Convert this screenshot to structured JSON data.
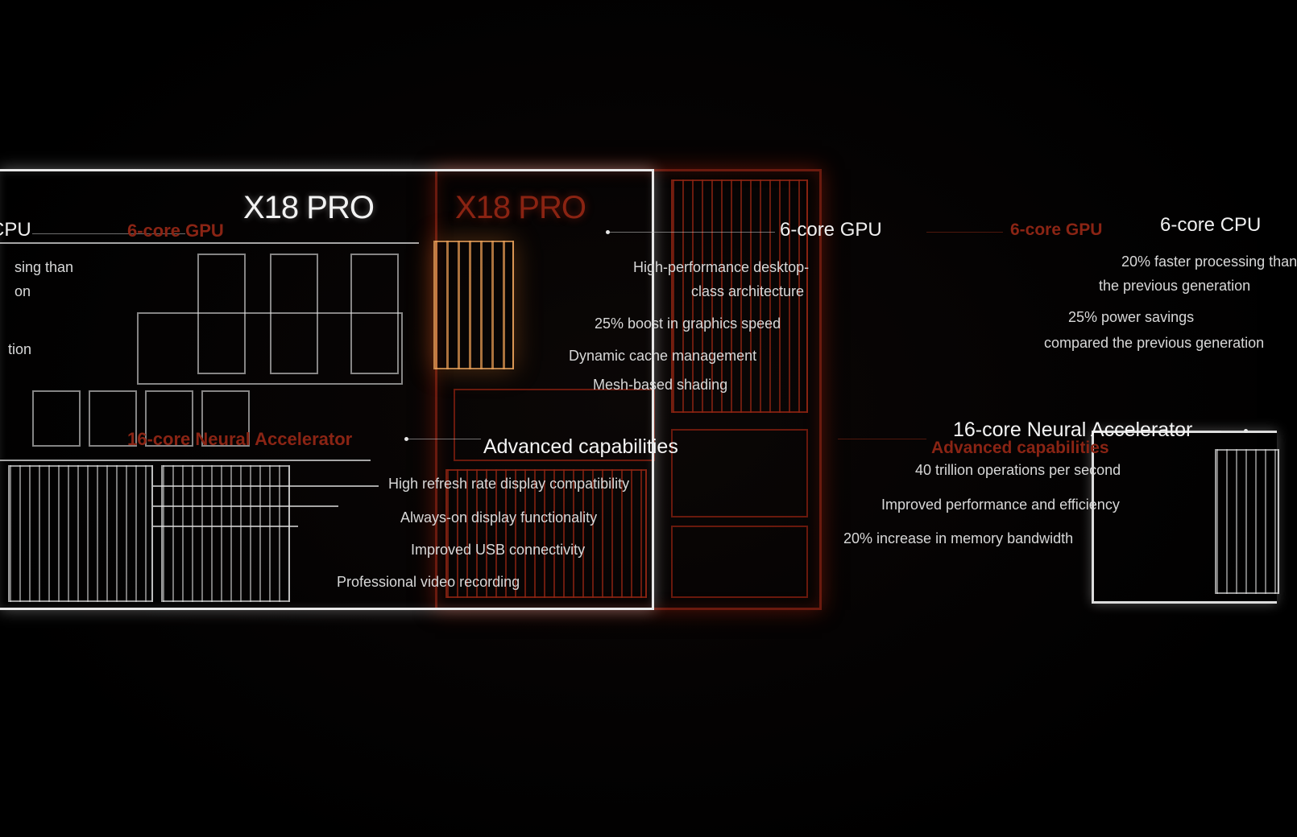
{
  "chips": {
    "center_title": "X18 PRO",
    "ghost_title": "X18 PRO"
  },
  "left_panel": {
    "heading_partial": "CPU",
    "line1_partial": "sing than",
    "line2_partial": "on",
    "line3_partial": "tion",
    "ghost_gpu": "6-core GPU",
    "ghost_neural": "16-core Neural Accelerator"
  },
  "gpu_panel": {
    "heading": "6-core GPU",
    "items": [
      "High-performance desktop-",
      "class architecture",
      "25% boost in graphics speed",
      "Dynamic cache management",
      "Mesh-based shading"
    ]
  },
  "capabilities_panel": {
    "heading": "Advanced capabilities",
    "items": [
      "High refresh rate display compatibility",
      "Always-on display functionality",
      "Improved USB connectivity",
      "Professional video recording"
    ]
  },
  "cpu_panel": {
    "heading": "6-core CPU",
    "items": [
      "20% faster processing than",
      "the previous generation",
      "25% power savings",
      "compared the previous generation"
    ],
    "ghost_gpu": "6-core GPU"
  },
  "neural_panel": {
    "heading": "16-core Neural Accelerator",
    "ghost_capabilities": "Advanced capabilities",
    "items": [
      "40 trillion operations per second",
      "Improved performance and efficiency",
      "20% increase in memory bandwidth"
    ]
  },
  "colors": {
    "background": "#000000",
    "text": "#e6e6e6",
    "accent_orange": "#e1964f",
    "accent_red": "#8a2414"
  }
}
